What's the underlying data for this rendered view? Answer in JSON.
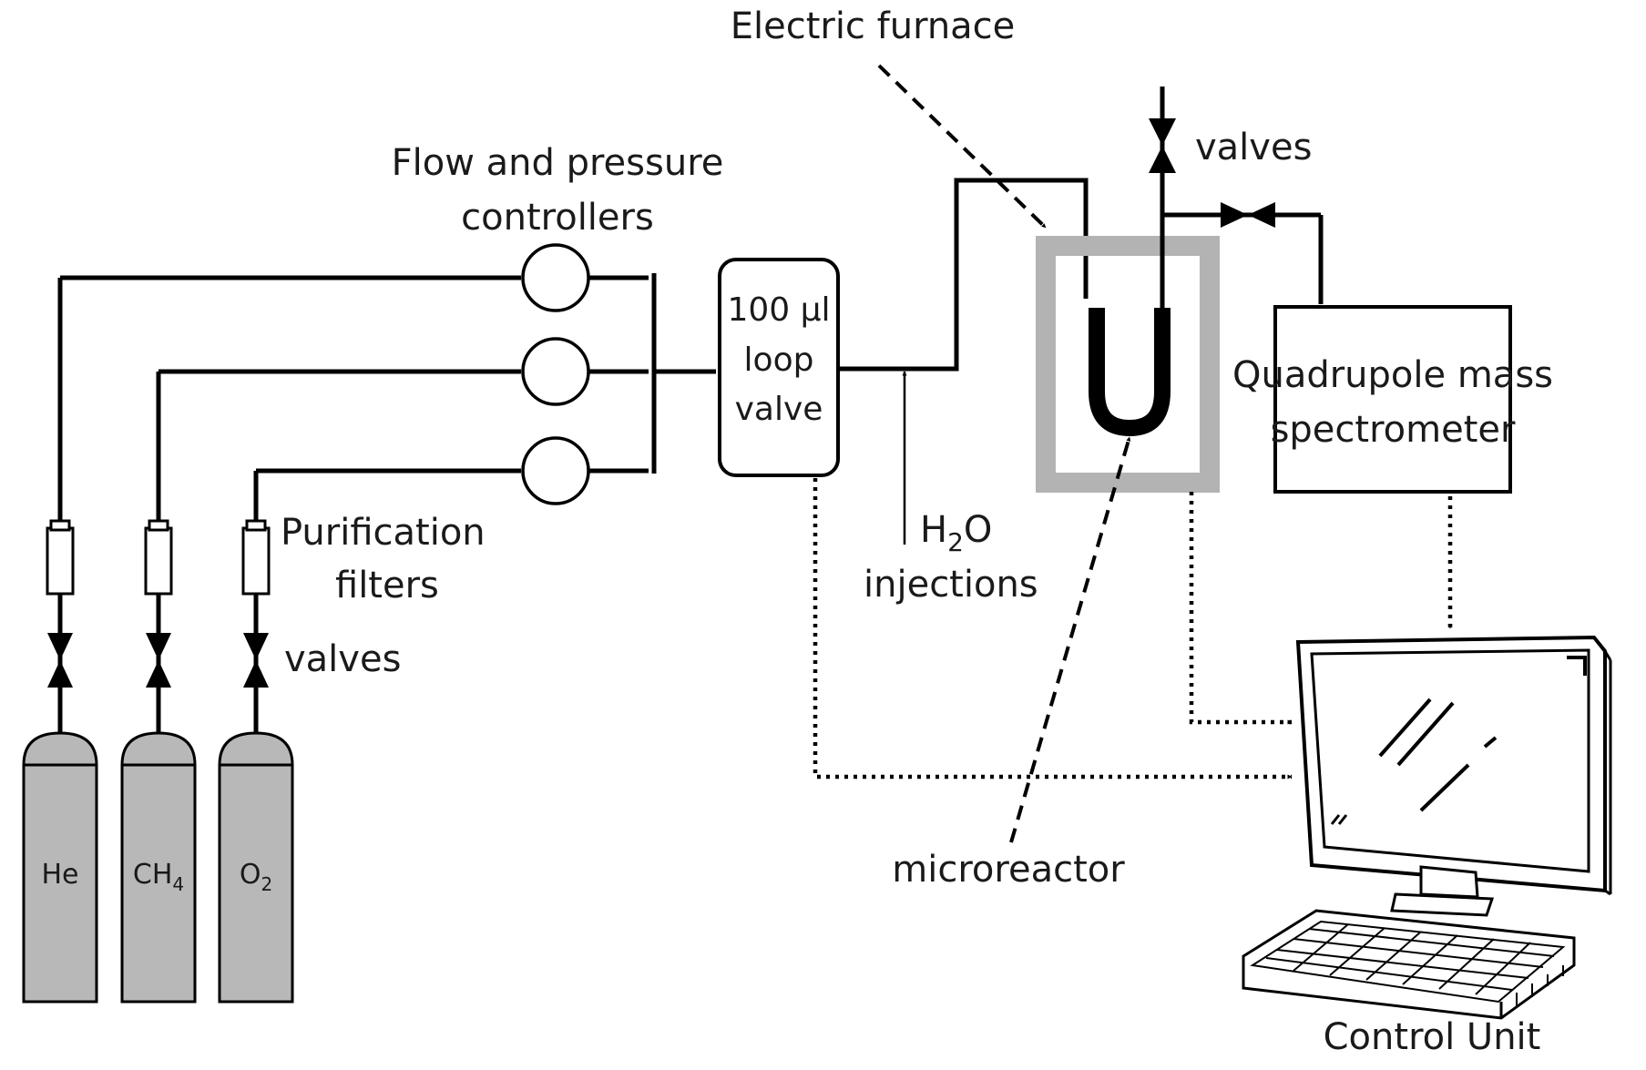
{
  "labels": {
    "electric_furnace": "Electric furnace",
    "valves_top": "valves",
    "flow_pressure_line1": "Flow and pressure",
    "flow_pressure_line2": "controllers",
    "loop_valve_line1": "100 µl",
    "loop_valve_line2": "loop",
    "loop_valve_line3": "valve",
    "qms_line1": "Quadrupole mass",
    "qms_line2": "spectrometer",
    "purification_line1": "Purification",
    "purification_line2": "filters",
    "valves_bottom": "valves",
    "h2o_base1": "H",
    "h2o_sub": "2",
    "h2o_base2": "O",
    "h2o_line2": "injections",
    "microreactor": "microreactor",
    "control_unit": "Control Unit"
  },
  "cylinders": [
    {
      "base": "He",
      "sub": ""
    },
    {
      "base": "CH",
      "sub": "4"
    },
    {
      "base": "O",
      "sub": "2"
    }
  ],
  "colors": {
    "cylinder_fill": "#b8b8b8",
    "furnace_frame": "#b3b3b3",
    "ink": "#000000"
  }
}
